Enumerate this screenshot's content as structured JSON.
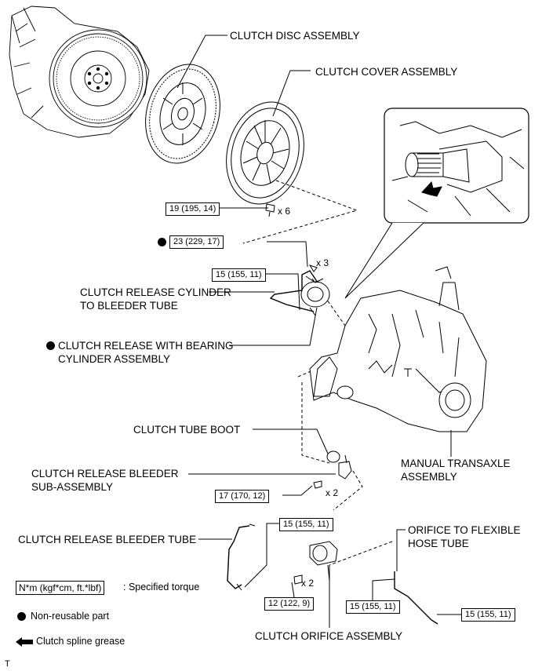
{
  "labels": {
    "clutch_disc": "CLUTCH DISC ASSEMBLY",
    "clutch_cover": "CLUTCH COVER ASSEMBLY",
    "release_cyl_tube_1": "CLUTCH RELEASE CYLINDER",
    "release_cyl_tube_2": "TO BLEEDER TUBE",
    "release_bearing_1": "CLUTCH RELEASE WITH BEARING",
    "release_bearing_2": "CYLINDER ASSEMBLY",
    "tube_boot": "CLUTCH TUBE BOOT",
    "bleeder_sub_1": "CLUTCH RELEASE BLEEDER",
    "bleeder_sub_2": "SUB-ASSEMBLY",
    "bleeder_tube": "CLUTCH RELEASE BLEEDER TUBE",
    "transaxle_1": "MANUAL TRANSAXLE",
    "transaxle_2": "ASSEMBLY",
    "orifice_tube_1": "ORIFICE TO FLEXIBLE",
    "orifice_tube_2": "HOSE TUBE",
    "orifice_assy": "CLUTCH ORIFICE ASSEMBLY"
  },
  "torques": {
    "cover_bolts": "19 (195, 14)",
    "bearing_bolts": "23 (229, 17)",
    "cyl_tube_nut": "15 (155, 11)",
    "bleeder_bolts": "17 (170, 12)",
    "bleeder_tube_nut": "15 (155, 11)",
    "orifice_bolts": "12 (122, 9)",
    "orifice_tube_left": "15 (155, 11)",
    "orifice_tube_right": "15 (155, 11)"
  },
  "quantities": {
    "cover_bolts": "x 6",
    "bearing_bolts": "x 3",
    "bleeder_bolts": "x 2",
    "orifice_bolts": "x 2"
  },
  "legend": {
    "torque_box": "N*m (kgf*cm, ft.*lbf)",
    "torque_text": ": Specified torque",
    "nonreusable": "Non-reusable part",
    "grease": "Clutch spline grease"
  },
  "corner_mark": "T"
}
